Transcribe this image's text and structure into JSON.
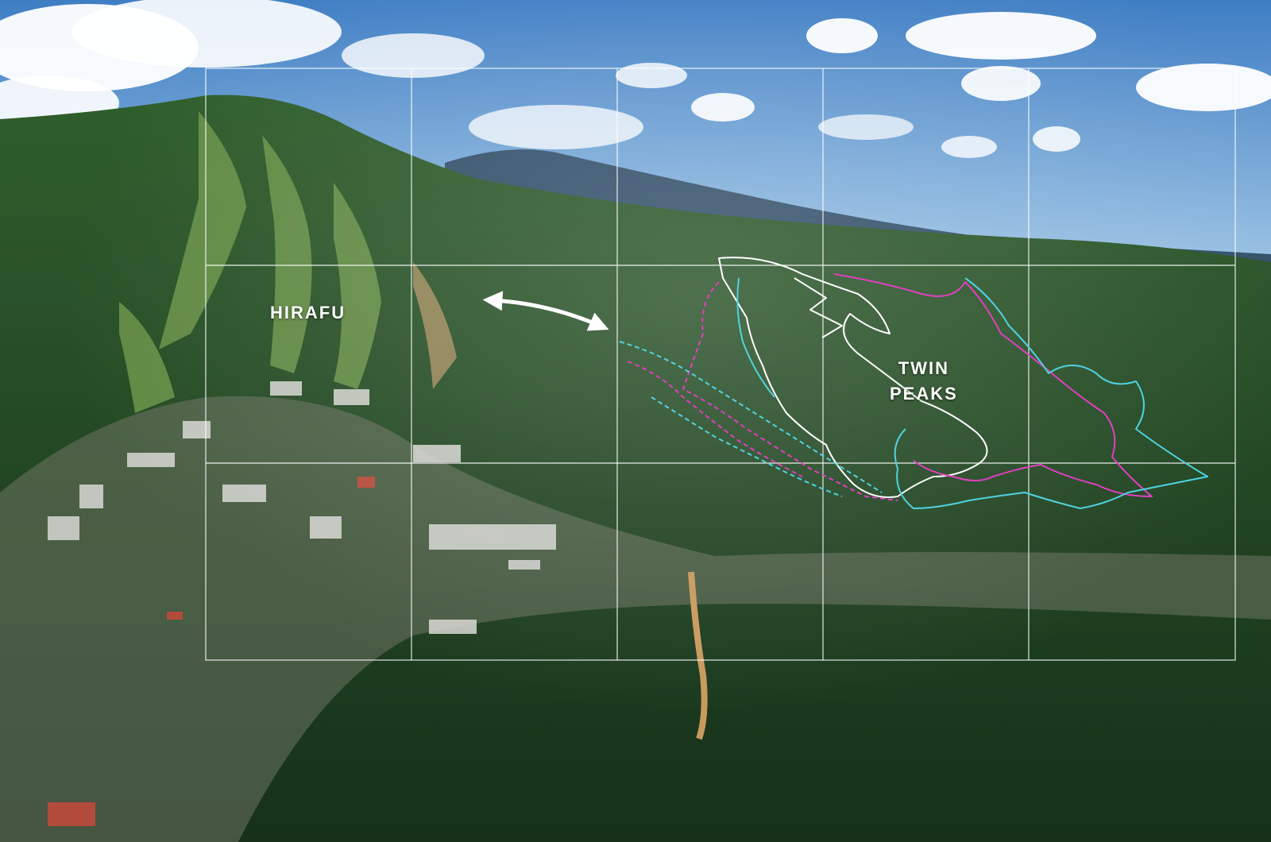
{
  "labels": {
    "hirafu": "HIRAFU",
    "twin_peaks_line1": "TWIN",
    "twin_peaks_line2": "PEAKS"
  },
  "colors": {
    "sky_top": "#3f7ec4",
    "sky_bottom": "#9cc3e3",
    "far_mountain": "#33506a",
    "forest_dark": "#1c3a20",
    "forest_mid": "#2c5a2b",
    "ski_slope_grass": "#5f8c43",
    "grid_line": "#ffffff",
    "trail_white": "#ffffff",
    "trail_magenta": "#e040c0",
    "trail_cyan": "#4fd3e0"
  },
  "overlay": {
    "grid": "5x3",
    "arrow": "double-headed-arrow"
  }
}
